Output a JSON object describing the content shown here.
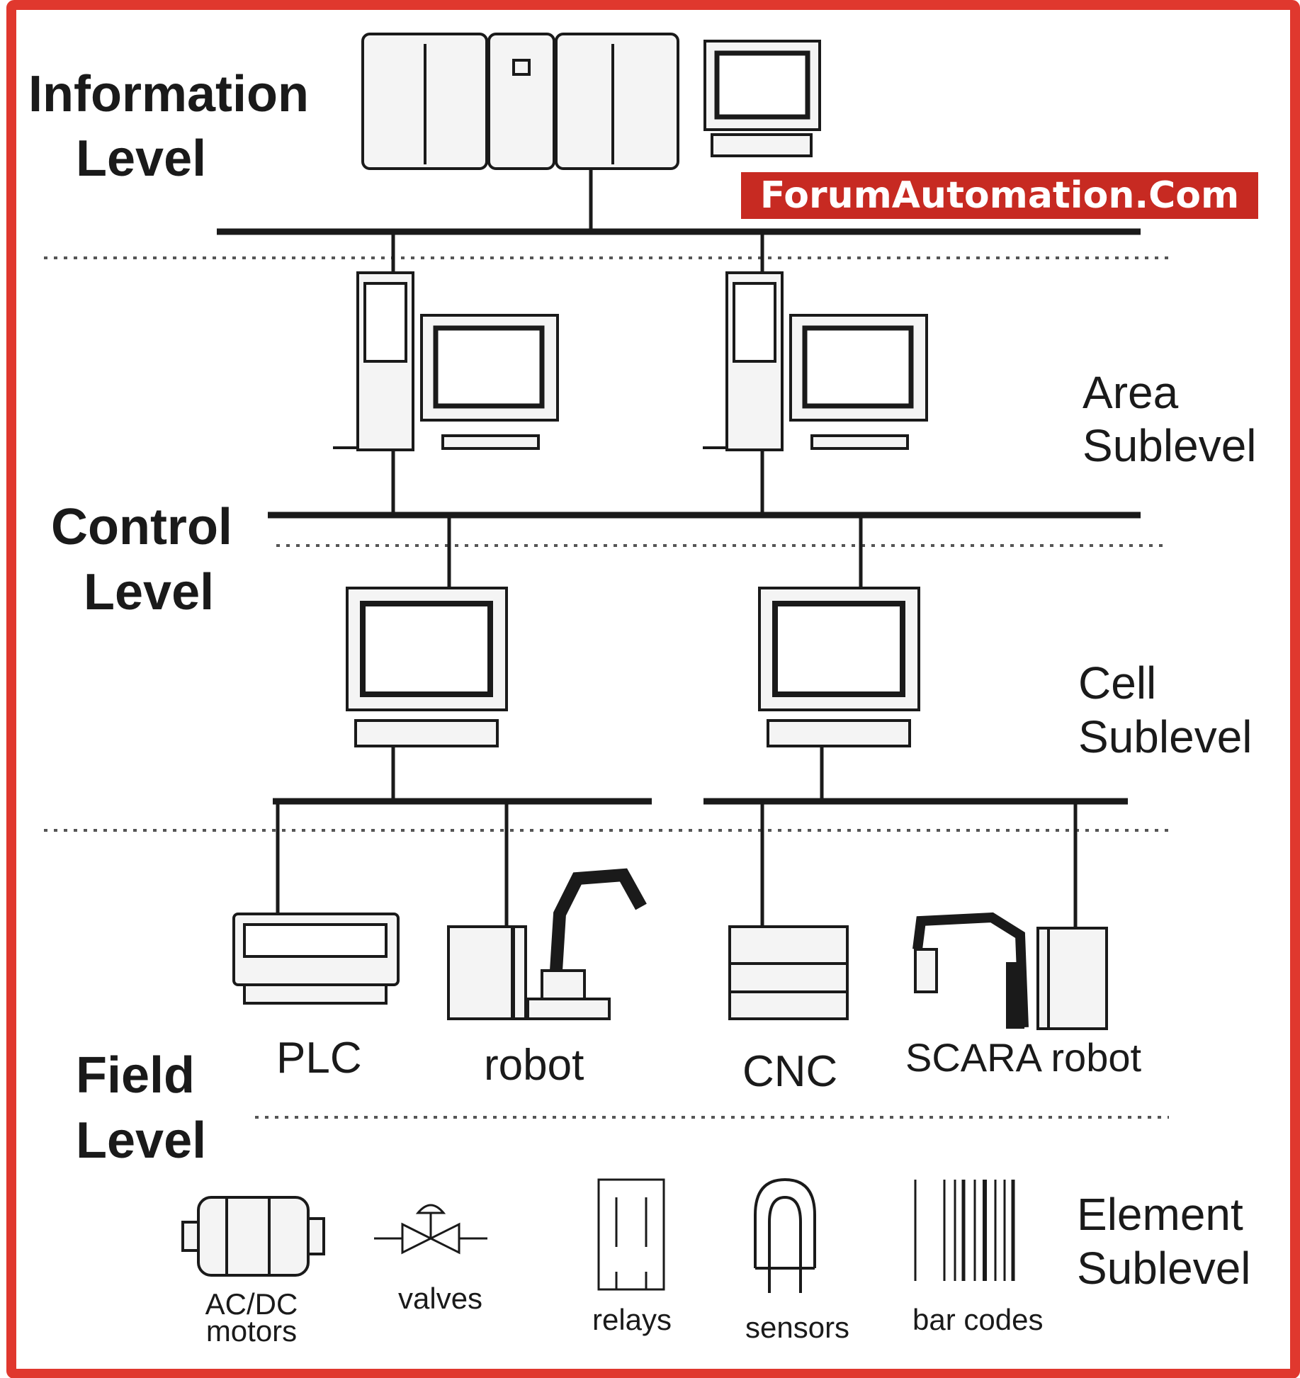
{
  "levels": {
    "information": [
      "Information",
      "Level"
    ],
    "control": [
      "Control",
      "Level"
    ],
    "field": [
      "Field",
      "Level"
    ]
  },
  "sublevels": {
    "area": [
      "Area",
      "Sublevel"
    ],
    "cell": [
      "Cell",
      "Sublevel"
    ],
    "element": [
      "Element",
      "Sublevel"
    ]
  },
  "devices": {
    "plc": "PLC",
    "robot": "robot",
    "cnc": "CNC",
    "scara": "SCARA robot"
  },
  "elements": {
    "motors": [
      "AC/DC",
      "motors"
    ],
    "valves": "valves",
    "relays": "relays",
    "sensors": "sensors",
    "barcodes": "bar codes"
  },
  "watermark": "ForumAutomation.Com",
  "colors": {
    "frame": "#e0382e",
    "watermark_bg": "#c72a22",
    "line": "#1a1a1a"
  }
}
